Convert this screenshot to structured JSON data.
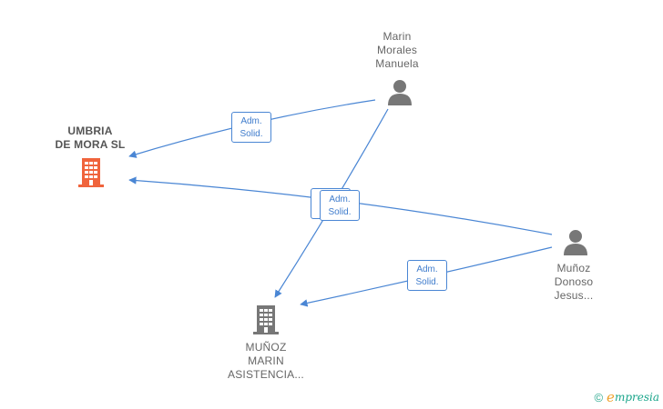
{
  "nodes": {
    "umbria": {
      "lines": [
        "UMBRIA",
        "DE MORA  SL"
      ],
      "color": "#f0643c"
    },
    "marin_morales": {
      "lines": [
        "Marin",
        "Morales",
        "Manuela"
      ],
      "color": "#777777"
    },
    "munoz_donoso": {
      "lines": [
        "Muñoz",
        "Donoso",
        "Jesus..."
      ],
      "color": "#777777"
    },
    "munoz_marin": {
      "lines": [
        "MUÑOZ",
        "MARIN",
        "ASISTENCIA..."
      ],
      "color": "#777777"
    }
  },
  "edges": [
    {
      "from": "marin_morales",
      "to": "umbria",
      "label": [
        "Adm.",
        "Solid."
      ]
    },
    {
      "from": "munoz_donoso",
      "to": "umbria",
      "label": [
        "Adm.",
        "Solid."
      ]
    },
    {
      "from": "marin_morales",
      "to": "munoz_marin",
      "label": [
        "Adm.",
        "Solid."
      ]
    },
    {
      "from": "munoz_donoso",
      "to": "munoz_marin",
      "label": [
        "Adm.",
        "Solid."
      ]
    }
  ],
  "colors": {
    "edge": "#4a86d4",
    "badge_text": "#3f7ccc"
  },
  "footer": {
    "copyright": "©",
    "brand_initial": "e",
    "brand_rest": "mpresia"
  }
}
